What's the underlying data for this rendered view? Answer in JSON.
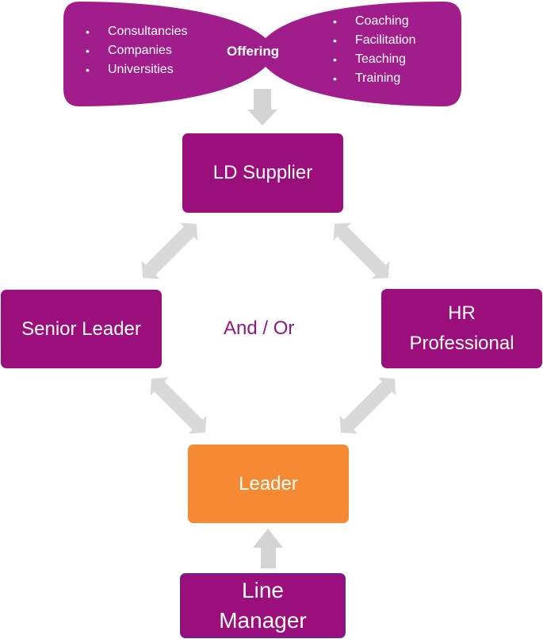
{
  "offering": {
    "title": "Offering",
    "left_items": [
      "Consultancies",
      "Companies",
      "Universities"
    ],
    "right_items": [
      "Coaching",
      "Facilitation",
      "Teaching",
      "Training"
    ]
  },
  "nodes": {
    "ld_supplier": "LD Supplier",
    "senior_leader": "Senior Leader",
    "hr_professional_line1": "HR",
    "hr_professional_line2": "Professional",
    "leader": "Leader",
    "line_manager_line1": "Line",
    "line_manager_line2": "Manager"
  },
  "center_label": "And / Or",
  "colors": {
    "purple": "#9b0f7c",
    "offering_purple": "#a21d8c",
    "orange": "#f58a32",
    "arrow_gray": "#d9d9d9",
    "label_purple": "#8e1a7e"
  }
}
